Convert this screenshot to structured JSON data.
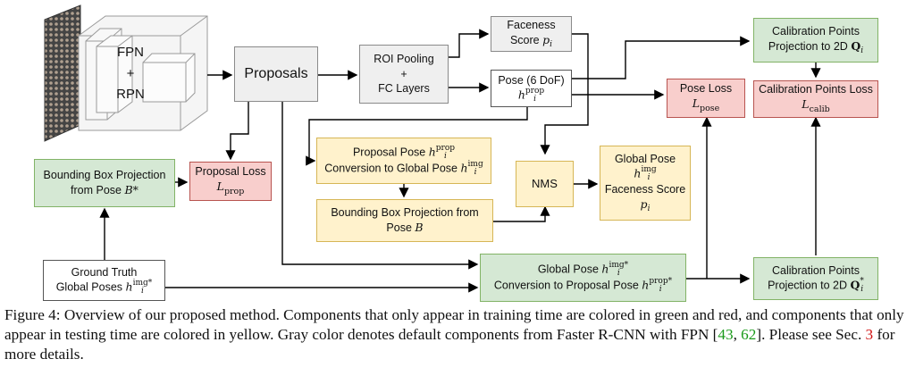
{
  "nodes": {
    "fpn_label": "FPN",
    "plus": "+",
    "rpn_label": "RPN",
    "proposals": "Proposals",
    "roi_line1": "ROI Pooling",
    "roi_plus": "+",
    "roi_line3": "FC Layers",
    "faceness_line1": "Faceness",
    "faceness_line2_text": "Score",
    "faceness_sym": "p",
    "faceness_sub": "i",
    "pose_line1": "Pose (6 DoF)",
    "pose_sym": "h",
    "pose_sup": "prop",
    "pose_sub": "i",
    "calib_proj_top_line1": "Calibration Points",
    "calib_proj_top_line2_text": "Projection to 2D",
    "calib_proj_top_sym": "Q",
    "calib_proj_top_sub": "i",
    "pose_loss_line1": "Pose Loss",
    "pose_loss_sym": "L",
    "pose_loss_sub": "pose",
    "calib_loss_line1": "Calibration Points Loss",
    "calib_loss_sym": "L",
    "calib_loss_sub": "calib",
    "bbox_proj_line1": "Bounding Box Projection",
    "bbox_proj_line2_text": "from Pose",
    "bbox_proj_sym": "B*",
    "prop_loss_line1": "Proposal Loss",
    "prop_loss_sym": "L",
    "prop_loss_sub": "prop",
    "conv_line1_text": "Proposal Pose",
    "conv_line1_sym": "h",
    "conv_line1_sup": "prop",
    "conv_line1_sub": "i",
    "conv_line2_text": "Conversion to Global Pose",
    "conv_line2_sym": "h",
    "conv_line2_sup": "img",
    "conv_line2_sub": "i",
    "bbox2_line1": "Bounding Box Projection from",
    "bbox2_line2_text": "Pose",
    "bbox2_sym": "B",
    "nms": "NMS",
    "global_line1": "Global Pose",
    "global_sym": "h",
    "global_sup": "img",
    "global_sub": "i",
    "global_line3": "Faceness Score",
    "global_p": "p",
    "global_p_sub": "i",
    "gt_line1": "Ground Truth",
    "gt_line2_text": "Global Poses",
    "gt_sym": "h",
    "gt_sup": "img*",
    "gt_sub": "i",
    "g2p_line1_text": "Global Pose",
    "g2p_line1_sym": "h",
    "g2p_line1_sup": "img*",
    "g2p_line1_sub": "i",
    "g2p_line2_text": "Conversion to Proposal Pose",
    "g2p_line2_sym": "h",
    "g2p_line2_sup": "prop*",
    "g2p_line2_sub": "i",
    "calib_proj_bot_line1": "Calibration Points",
    "calib_proj_bot_line2_text": "Projection to 2D",
    "calib_proj_bot_sym": "Q",
    "calib_proj_bot_sup": "*",
    "calib_proj_bot_sub": "i"
  },
  "caption": {
    "part1": "Figure 4: Overview of our proposed method. Components that only appear in training time are colored in green and red, and components that only appear in testing time are colored in yellow. Gray color denotes default components from Faster R-CNN with FPN [",
    "cite1": "43",
    "sep": ", ",
    "cite2": "62",
    "part2": "]. Please see Sec. ",
    "sec": "3",
    "part3": " for more details."
  },
  "colors": {
    "gray": "#efefef",
    "green": "#d5e8d4",
    "red": "#f8cecc",
    "yellow": "#fff2cc",
    "cite_green": "#1a9a1a",
    "cite_red": "#d01010"
  }
}
